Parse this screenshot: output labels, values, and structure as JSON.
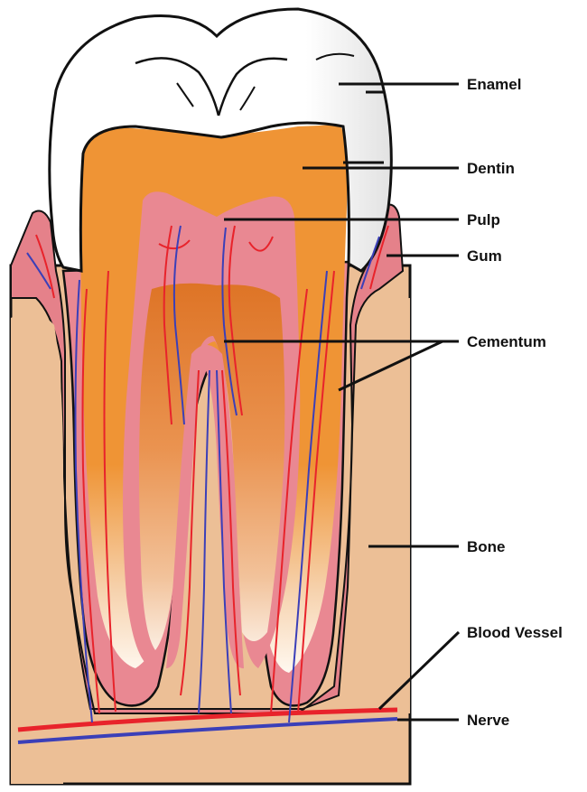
{
  "colors": {
    "bone": "#ecbf96",
    "gum": "#e5818a",
    "gum_dark": "#d96a73",
    "dentin": "#ef9435",
    "pulp": "#e98892",
    "pulp_inner": "#e07a30",
    "enamel": "#ffffff",
    "outline": "#111111",
    "blood_vessel": "#e8232b",
    "nerve": "#3b3fb8"
  },
  "labels": {
    "enamel": "Enamel",
    "dentin": "Dentin",
    "pulp": "Pulp",
    "gum": "Gum",
    "cementum": "Cementum",
    "bone": "Bone",
    "blood_vessel": "Blood Vessel",
    "nerve": "Nerve"
  }
}
